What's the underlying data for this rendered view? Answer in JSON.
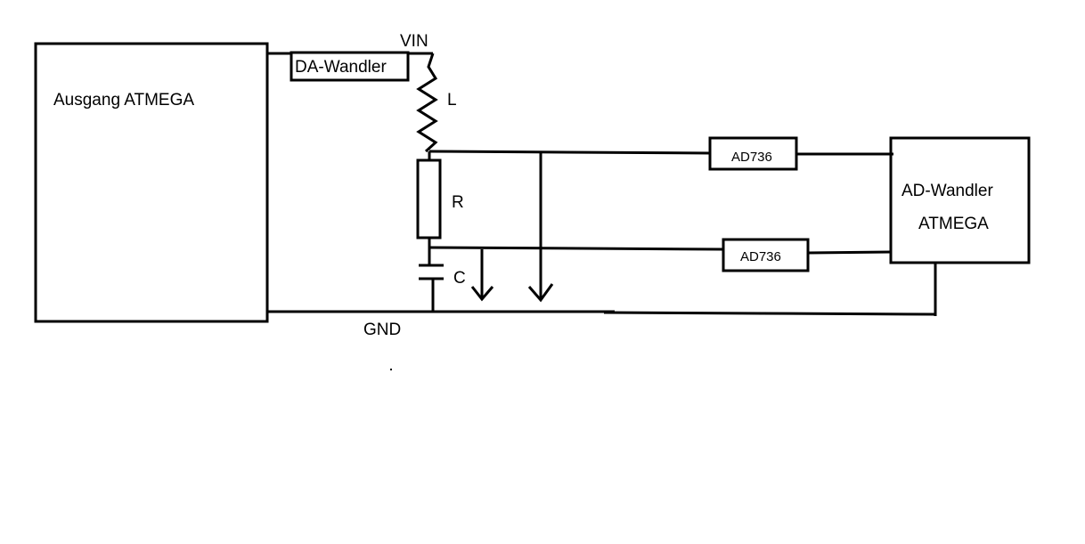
{
  "labels": {
    "ausgang": "Ausgang ATMEGA",
    "da_wandler": "DA-Wandler",
    "vin": "VIN",
    "inductor": "L",
    "resistor": "R",
    "capacitor": "C",
    "gnd": "GND",
    "ad736_top": "AD736",
    "ad736_bottom": "AD736",
    "ad_wandler_line1": "AD-Wandler",
    "ad_wandler_line2": "ATMEGA"
  },
  "colors": {
    "line": "#000000",
    "background": "#ffffff"
  }
}
